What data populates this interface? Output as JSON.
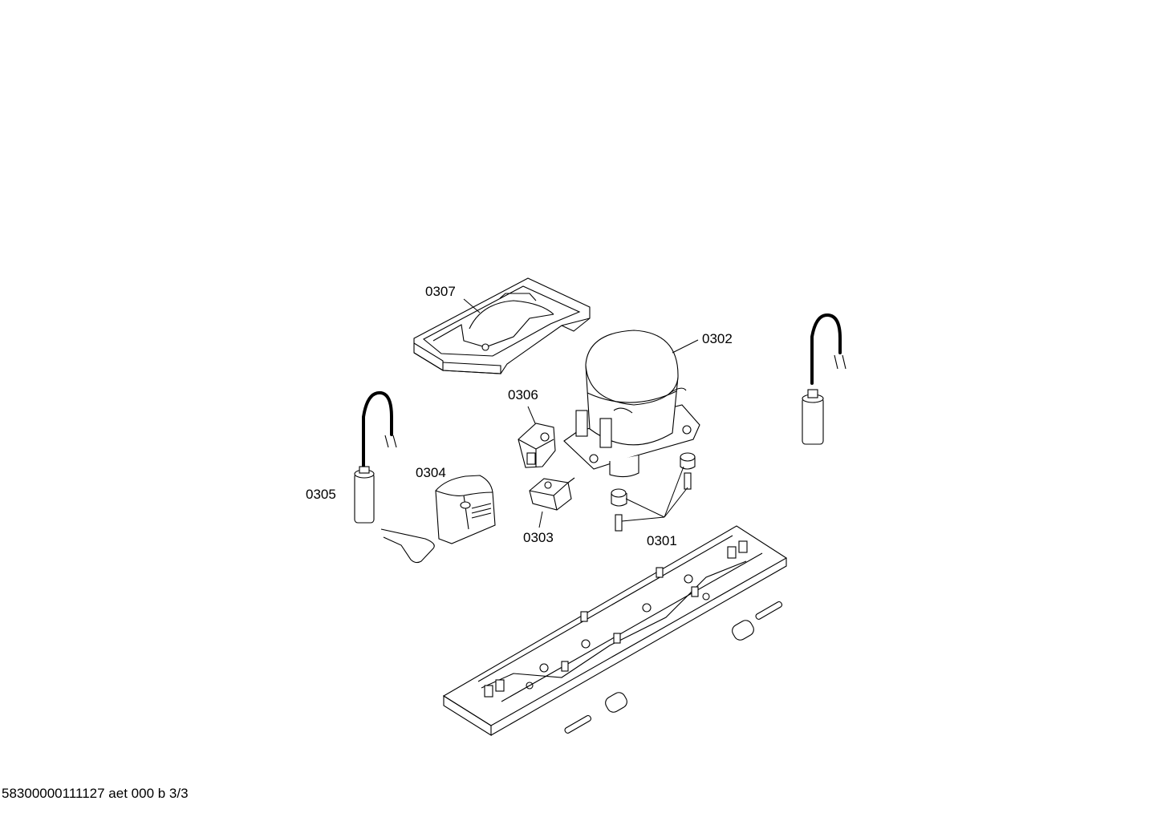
{
  "parts": {
    "p0301": "0301",
    "p0302": "0302",
    "p0303": "0303",
    "p0304": "0304",
    "p0305": "0305",
    "p0306": "0306",
    "p0307": "0307"
  },
  "footer": {
    "text": "58300000111127 aet 000 b 3/3"
  }
}
